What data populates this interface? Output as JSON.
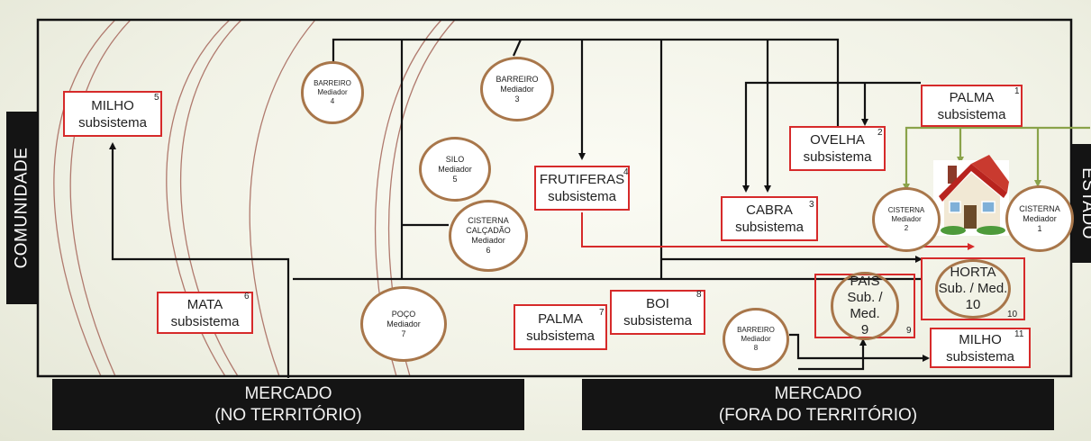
{
  "sides": {
    "left": "COMUNIDADE",
    "right": "ESTADO"
  },
  "markets": [
    {
      "line1": "MERCADO",
      "line2": "(NO TERRITÓRIO)"
    },
    {
      "line1": "MERCADO",
      "line2": "(FORA DO TERRITÓRIO)"
    }
  ],
  "boxes": [
    {
      "id": "milho5",
      "line1": "MILHO",
      "line2": "subsistema",
      "num": "5"
    },
    {
      "id": "mata6",
      "line1": "MATA",
      "line2": "subsistema",
      "num": "6"
    },
    {
      "id": "frutiferas4",
      "line1": "FRUTIFERAS",
      "line2": "subsistema",
      "num": "4"
    },
    {
      "id": "palma7",
      "line1": "PALMA",
      "line2": "subsistema",
      "num": "7"
    },
    {
      "id": "boi8",
      "line1": "BOI",
      "line2": "subsistema",
      "num": "8"
    },
    {
      "id": "palma1",
      "line1": "PALMA",
      "line2": "subsistema",
      "num": "1"
    },
    {
      "id": "ovelha2",
      "line1": "OVELHA",
      "line2": "subsistema",
      "num": "2"
    },
    {
      "id": "cabra3",
      "line1": "CABRA",
      "line2": "subsistema",
      "num": "3"
    },
    {
      "id": "pais9",
      "line1": "PAIS",
      "line2": "Sub. / Med.",
      "line3": "9",
      "num": "9"
    },
    {
      "id": "horta10",
      "line1": "HORTA",
      "line2": "Sub. / Med.",
      "line3": "10",
      "num": "10"
    },
    {
      "id": "milho11",
      "line1": "MILHO",
      "line2": "subsistema",
      "num": "11"
    }
  ],
  "circles": [
    {
      "id": "barreiro4",
      "lines": [
        "BARREIRO",
        "Mediador",
        "4"
      ]
    },
    {
      "id": "barreiro3",
      "lines": [
        "BARREIRO",
        "Mediador",
        "3"
      ]
    },
    {
      "id": "silo5",
      "lines": [
        "SILO",
        "Mediador",
        "5"
      ]
    },
    {
      "id": "cisterna6",
      "lines": [
        "CISTERNA",
        "CALÇADÃO",
        "Mediador",
        "6"
      ]
    },
    {
      "id": "poco7",
      "lines": [
        "POÇO",
        "Mediador",
        "7"
      ]
    },
    {
      "id": "barreiro8",
      "lines": [
        "BARREIRO",
        "Mediador",
        "8"
      ]
    },
    {
      "id": "cisterna2",
      "lines": [
        "CISTERNA",
        "Mediador",
        "2"
      ]
    },
    {
      "id": "cisterna1",
      "lines": [
        "CISTERNA",
        "Mediador",
        "1"
      ]
    }
  ],
  "colors": {
    "box_border": "#d62a2a",
    "circle_border": "#a8764a",
    "state_line": "#8aa34a",
    "frame": "#111111"
  },
  "icons": {
    "house": "house-icon"
  }
}
